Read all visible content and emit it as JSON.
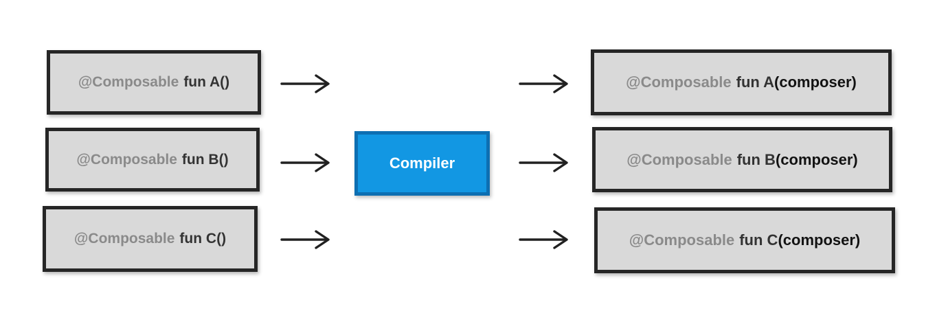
{
  "diagram": {
    "sources": [
      {
        "annotation": "@Composable",
        "code": "fun A()"
      },
      {
        "annotation": "@Composable",
        "code": "fun B()"
      },
      {
        "annotation": "@Composable",
        "code": "fun C()"
      }
    ],
    "compiler": {
      "label": "Compiler"
    },
    "outputs": [
      {
        "annotation": "@Composable",
        "code": "fun A",
        "param": "(composer)"
      },
      {
        "annotation": "@Composable",
        "code": "fun B",
        "param": "(composer)"
      },
      {
        "annotation": "@Composable",
        "code": "fun C",
        "param": "(composer)"
      }
    ],
    "colors": {
      "background": "#ffffff",
      "box_fill": "#d9d9d9",
      "box_border": "#262626",
      "compiler_fill": "#1297e3",
      "compiler_border": "#0d6fb2",
      "compiler_label_text": "#ffffff",
      "annotation_text": "#8a8a8a",
      "code_text": "#333333",
      "param_text": "#121212",
      "arrow": "#212121"
    }
  }
}
